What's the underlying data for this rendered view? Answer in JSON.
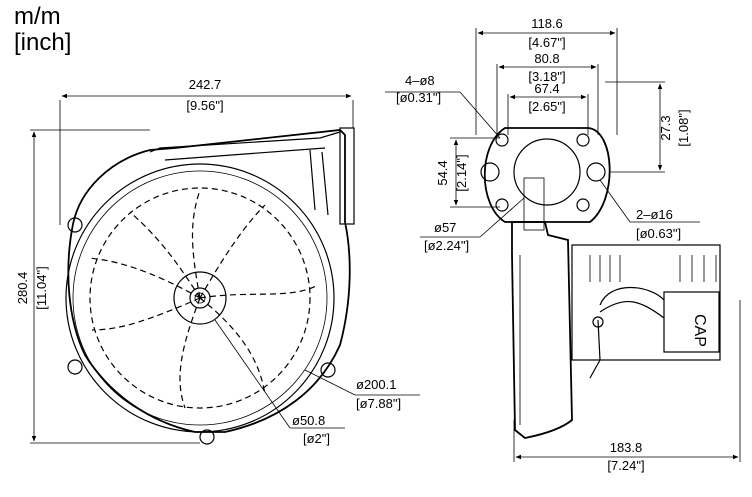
{
  "units": {
    "metric": "m/m",
    "imperial": "[inch]"
  },
  "front_view": {
    "width": {
      "mm": "242.7",
      "in": "[9.56\"]"
    },
    "height": {
      "mm": "280.4",
      "in": "[11.04\"]"
    },
    "fan_diameter": {
      "mm": "ø200.1",
      "in": "[ø7.88\"]"
    },
    "hub_diameter": {
      "mm": "ø50.8",
      "in": "[ø2\"]"
    }
  },
  "side_view": {
    "flange_width": {
      "mm": "118.6",
      "in": "[4.67\"]"
    },
    "bolt_spacing": {
      "mm": "80.8",
      "in": "[3.18\"]"
    },
    "inner_spacing": {
      "mm": "67.4",
      "in": "[2.65\"]"
    },
    "bolt_holes": {
      "mm": "4–ø8",
      "in": "[ø0.31\"]"
    },
    "vertical_offset": {
      "mm": "27.3",
      "in": "[1.08\"]"
    },
    "flange_height": {
      "mm": "54.4",
      "in": "[2.14\"]"
    },
    "outlet_diameter": {
      "mm": "ø57",
      "in": "[ø2.24\"]"
    },
    "side_holes": {
      "mm": "2–ø16",
      "in": "[ø0.63\"]"
    },
    "depth": {
      "mm": "183.8",
      "in": "[7.24\"]"
    },
    "capacitor_label": "CAP"
  }
}
